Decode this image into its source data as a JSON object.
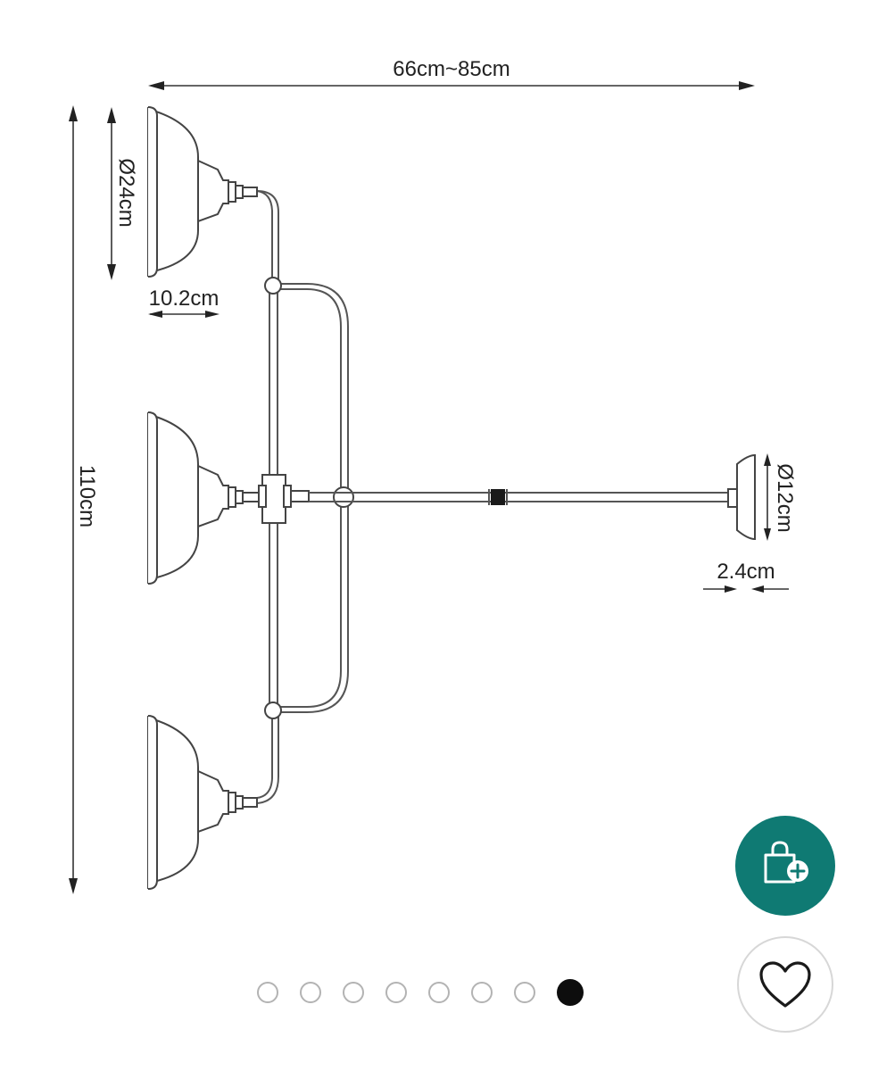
{
  "product_image": {
    "dimensions": {
      "width": "66cm~85cm",
      "shade_diameter": "Ø24cm",
      "shade_depth": "10.2cm",
      "total_height": "110cm",
      "canopy_diameter": "Ø12cm",
      "canopy_depth": "2.4cm"
    }
  },
  "gallery": {
    "total_images": 8,
    "active_index": 7
  },
  "actions": {
    "add_to_cart_icon": "shopping-bag-plus-icon",
    "wishlist_icon": "heart-icon",
    "accent_color": "#0f7a73"
  }
}
